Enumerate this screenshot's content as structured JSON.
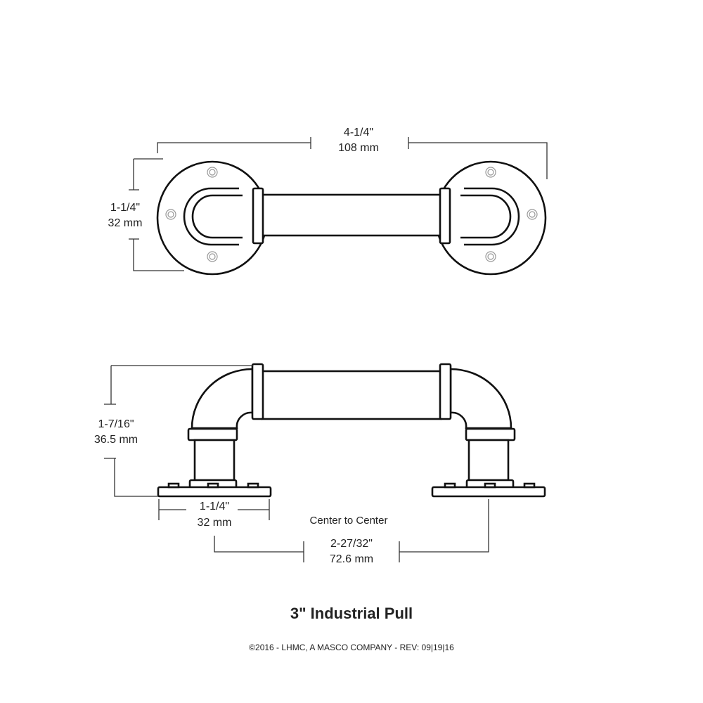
{
  "top_view": {
    "overall_length_in": "4-1/4\"",
    "overall_length_mm": "108 mm",
    "flange_diameter_in": "1-1/4\"",
    "flange_diameter_mm": "32 mm"
  },
  "side_view": {
    "projection_in": "1-7/16\"",
    "projection_mm": "36.5 mm",
    "base_width_in": "1-1/4\"",
    "base_width_mm": "32 mm",
    "center_label": "Center to Center",
    "center_in": "2-27/32\"",
    "center_mm": "72.6 mm"
  },
  "title": "3\" Industrial Pull",
  "copyright": "©2016 - LHMC, A MASCO COMPANY - REV: 09|19|16"
}
